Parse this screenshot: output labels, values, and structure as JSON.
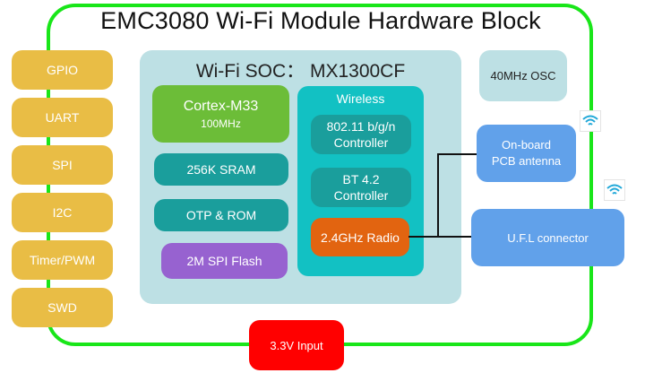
{
  "title": "EMC3080 Wi-Fi Module Hardware Block",
  "colors": {
    "frame": "#19e619",
    "io": "#e9bd45",
    "soc_bg": "#bde0e4",
    "cpu": "#6cbd38",
    "memory": "#1a9e9c",
    "flash": "#9762d0",
    "wireless": "#12c1c3",
    "radio": "#e26410",
    "antenna": "#61a1ea",
    "power": "#ff0000"
  },
  "interfaces": [
    "GPIO",
    "UART",
    "SPI",
    "I2C",
    "Timer/PWM",
    "SWD"
  ],
  "soc": {
    "title": "Wi-Fi SOC： MX1300CF",
    "cpu": {
      "name": "Cortex-M33",
      "freq": "100MHz"
    },
    "memory": [
      "256K SRAM",
      "OTP & ROM"
    ],
    "flash": "2M SPI Flash",
    "wireless": {
      "title": "Wireless",
      "controllers": [
        {
          "line1": "802.11 b/g/n",
          "line2": "Controller"
        },
        {
          "line1": "BT 4.2",
          "line2": "Controller"
        }
      ],
      "radio": "2.4GHz Radio"
    }
  },
  "oscillator": "40MHz OSC",
  "antennas": {
    "onboard": {
      "line1": "On-board",
      "line2": "PCB antenna"
    },
    "ufl": "U.F.L connector"
  },
  "icons": [
    "wifi-signal-icon",
    "wifi-signal-icon"
  ],
  "power": "3.3V Input"
}
